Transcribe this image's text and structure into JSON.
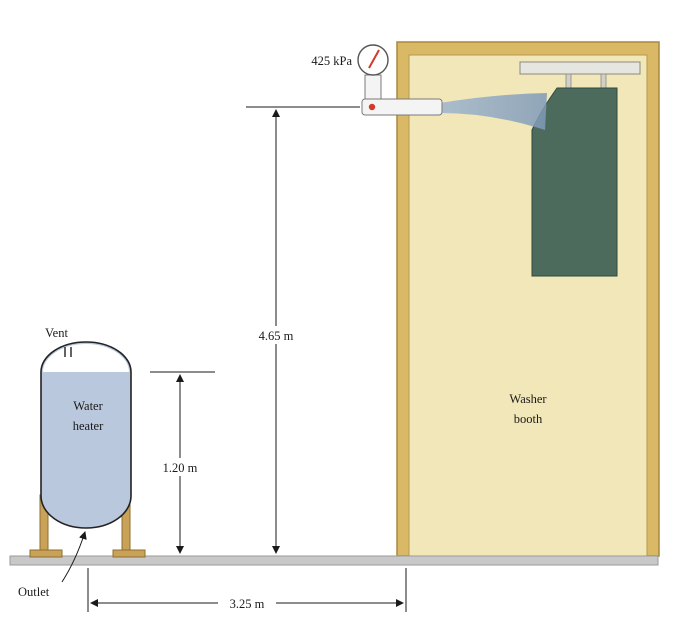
{
  "gauge": {
    "reading": "425 kPa"
  },
  "vent": {
    "label": "Vent"
  },
  "water_heater": {
    "label_line1": "Water",
    "label_line2": "heater"
  },
  "outlet": {
    "label": "Outlet"
  },
  "booth": {
    "label_line1": "Washer",
    "label_line2": "booth"
  },
  "dimensions": {
    "nozzle_height": "4.65 m",
    "heater_height": "1.20 m",
    "horizontal_distance": "3.25 m"
  },
  "colors": {
    "water": "#b9c8dc",
    "booth_frame": "#d9b866",
    "booth_interior": "#f2e7b8",
    "garment": "#4c6b5d",
    "support": "#c9a257",
    "floor": "#c8c8c8"
  }
}
